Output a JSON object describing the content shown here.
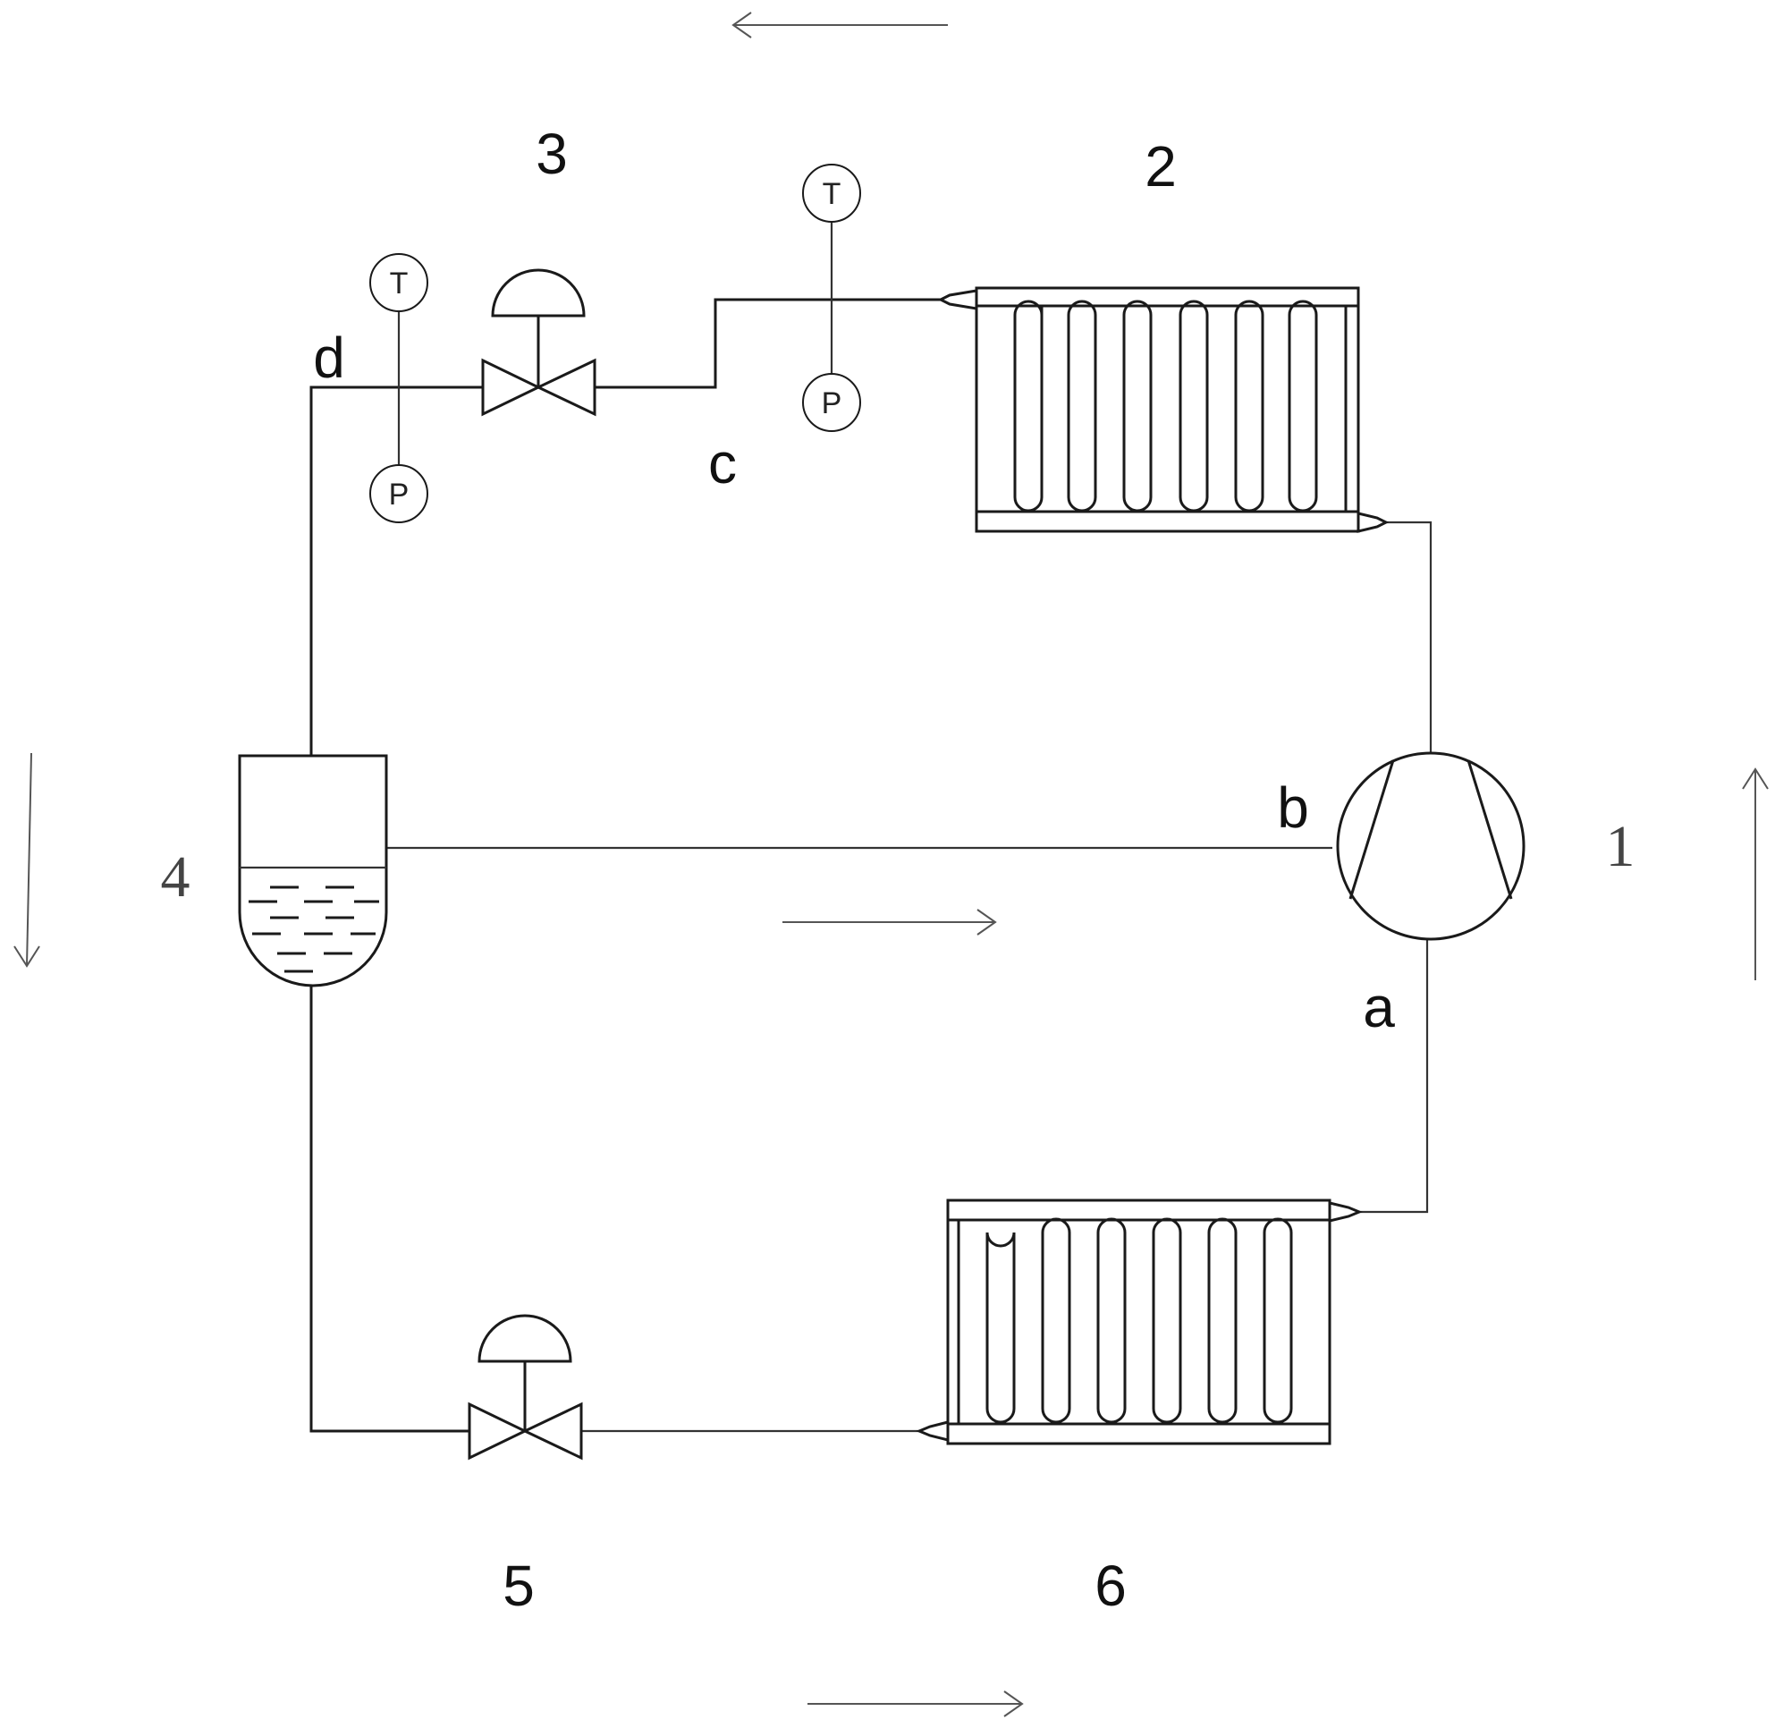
{
  "labels": {
    "compressor": "1",
    "condenser": "2",
    "expansion_valve_top": "3",
    "separator": "4",
    "expansion_valve_bottom": "5",
    "evaporator": "6"
  },
  "points": {
    "a": "a",
    "b": "b",
    "c": "c",
    "d": "d"
  },
  "sensors": {
    "temperature": "T",
    "pressure": "P"
  }
}
